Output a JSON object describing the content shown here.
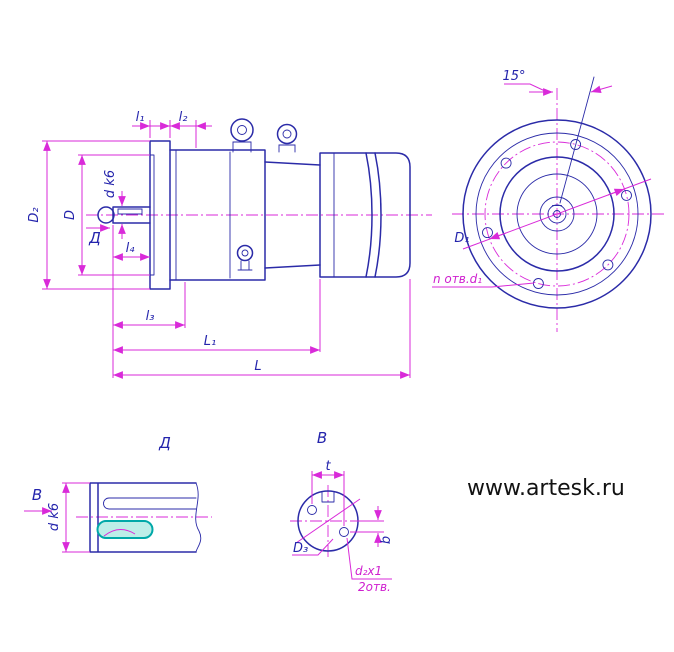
{
  "drawing": {
    "kind": "gear-motor technical drawing",
    "colors": {
      "outline": "#2b2ba8",
      "dimension": "#d92ad9",
      "accent_fill": "#bdeee8",
      "accent_stroke": "#00a8a8",
      "label_text": "#2424ac",
      "watermark_text": "#121212"
    }
  },
  "side_view": {
    "l1": "l₁",
    "l2": "l₂",
    "D2": "D₂",
    "D": "D",
    "d_k6": "d k6",
    "view_d": "Д",
    "l4": "l₄",
    "l3": "l₃",
    "L1": "L₁",
    "L": "L"
  },
  "front_view": {
    "angle": "15°",
    "D1": "D₁",
    "holes_note": "n отв.d₁"
  },
  "detail_view": {
    "title": "Д",
    "view_b": "В",
    "d_k6": "d k6"
  },
  "end_view": {
    "title": "В",
    "t": "t",
    "D3": "D₃",
    "b": "b",
    "thread_note": "d₂x1",
    "holes_note": "2отв."
  },
  "watermark": {
    "text": "www.artesk.ru"
  }
}
